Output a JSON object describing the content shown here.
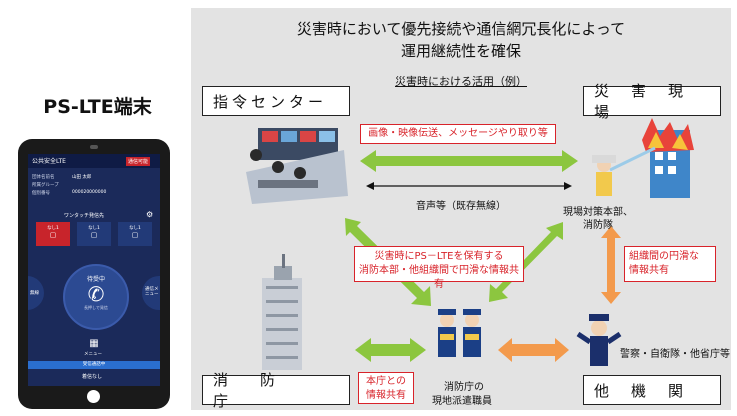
{
  "left": {
    "title": "PS-LTE端末"
  },
  "phone": {
    "app_title": "公共安全LTE",
    "status_badge": "通信可能",
    "info_rows": [
      {
        "label": "団体名前名",
        "value": "山田 太郎"
      },
      {
        "label": "所属グループ",
        "value": ""
      },
      {
        "label": "個別番号",
        "value": "000020000000"
      }
    ],
    "onetouch_label": "ワンタッチ発信先",
    "contacts": [
      {
        "label": "なし1"
      },
      {
        "label": "なし1"
      },
      {
        "label": "なし1"
      }
    ],
    "side_left": "無線",
    "side_right": "通信メニュー",
    "center_status": "待受中",
    "center_sub": "長押しで発信",
    "menu_label": "メニュー",
    "bar_label": "受信通話中",
    "footer": "着信なし"
  },
  "diagram": {
    "headline1": "災害時において優先接続や通信網冗長化によって",
    "headline2": "運用継続性を確保",
    "subheading": "災害時における活用（例）",
    "boxes": {
      "command": "指令センター",
      "disaster": "災害現場",
      "fire_agency": "消防庁",
      "other": "他機関"
    },
    "labels": {
      "image_sharing": "画像・映像伝送、メッセージやり取り等",
      "voice": "音声等（既存無線）",
      "hq_line1": "現場対策本部、",
      "hq_line2": "消防隊",
      "center_note1": "災害時にPS－LTEを保有する",
      "center_note2": "消防本部・他組織間で円滑な情報共有",
      "org_note1": "組織間の円滑な",
      "org_note2": "情報共有",
      "agency_note1": "本庁との",
      "agency_note2": "情報共有",
      "dispatch1": "消防庁の",
      "dispatch2": "現地派遣職員",
      "police": "警察・自衛隊・他省庁等"
    }
  },
  "colors": {
    "green_arrow": "#8cc63f",
    "orange_arrow": "#f39a4c",
    "red_text": "#d8232a",
    "panel_bg": "#e3e3e3"
  }
}
